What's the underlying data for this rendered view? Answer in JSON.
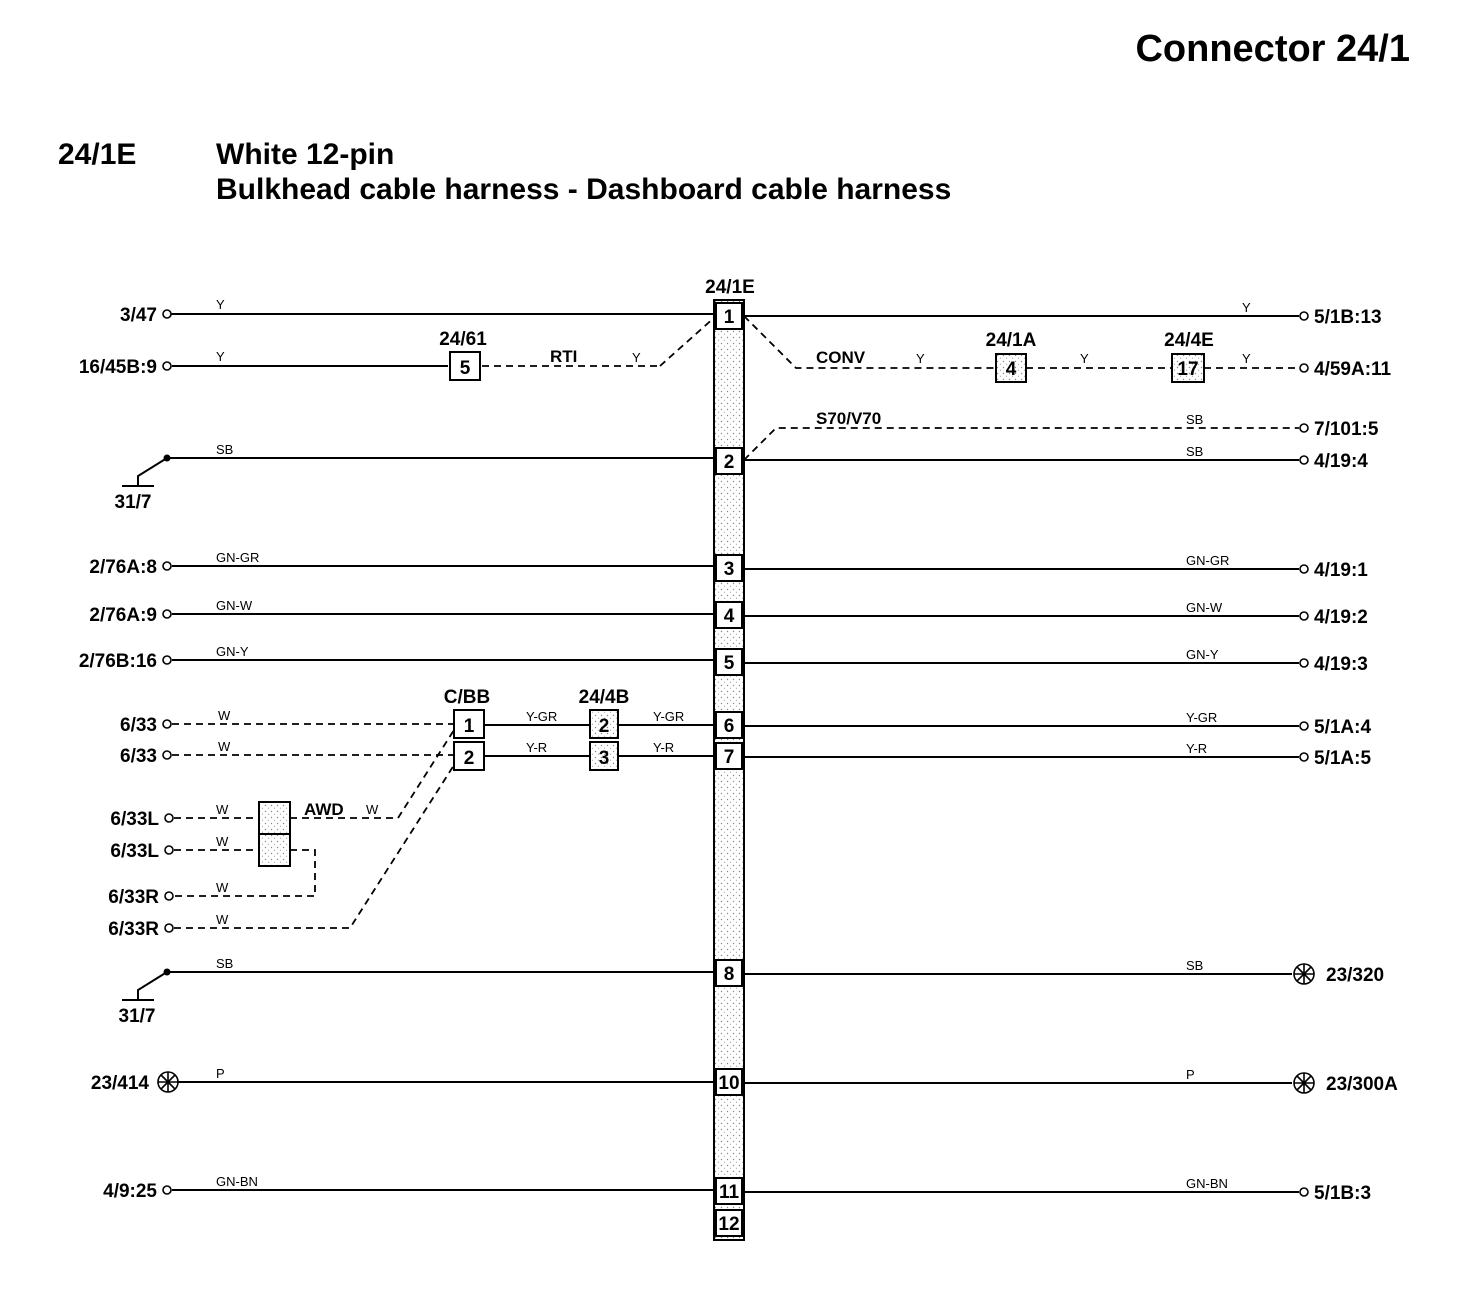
{
  "header": {
    "title": "Connector 24/1",
    "connector_id": "24/1E",
    "description": "White 12-pin",
    "subtitle": "Bulkhead cable harness - Dashboard cable harness"
  },
  "connector": {
    "label": "24/1E",
    "pins": [
      "1",
      "2",
      "3",
      "4",
      "5",
      "6",
      "7",
      "8",
      "10",
      "11",
      "12"
    ]
  },
  "left_terminals": [
    "3/47",
    "16/45B:9",
    "2/76A:8",
    "2/76A:9",
    "2/76B:16",
    "6/33",
    "6/33",
    "6/33L",
    "6/33L",
    "6/33R",
    "6/33R",
    "4/9:25"
  ],
  "grounds": [
    "31/7",
    "31/7"
  ],
  "left_splice": "23/414",
  "right_terminals": [
    "5/1B:13",
    "4/59A:11",
    "7/101:5",
    "4/19:4",
    "4/19:1",
    "4/19:2",
    "4/19:3",
    "5/1A:4",
    "5/1A:5",
    "5/1B:3"
  ],
  "right_splices": [
    "23/320",
    "23/300A"
  ],
  "wire_colors": {
    "y": "Y",
    "sb": "SB",
    "gn_gr": "GN-GR",
    "gn_w": "GN-W",
    "gn_y": "GN-Y",
    "w": "W",
    "y_gr": "Y-GR",
    "y_r": "Y-R",
    "p": "P",
    "gn_bn": "GN-BN"
  },
  "intermediate_connectors": {
    "c2461": {
      "label": "24/61",
      "pin": "5"
    },
    "cbb": {
      "label": "C/BB",
      "pins": [
        "1",
        "2"
      ]
    },
    "c244b": {
      "label": "24/4B",
      "pins": [
        "2",
        "3"
      ]
    },
    "c241a": {
      "label": "24/1A",
      "pin": "4"
    },
    "c244e": {
      "label": "24/4E",
      "pin": "17"
    }
  },
  "variant_labels": {
    "rti": "RTI",
    "conv": "CONV",
    "s70v70": "S70/V70",
    "awd": "AWD"
  }
}
